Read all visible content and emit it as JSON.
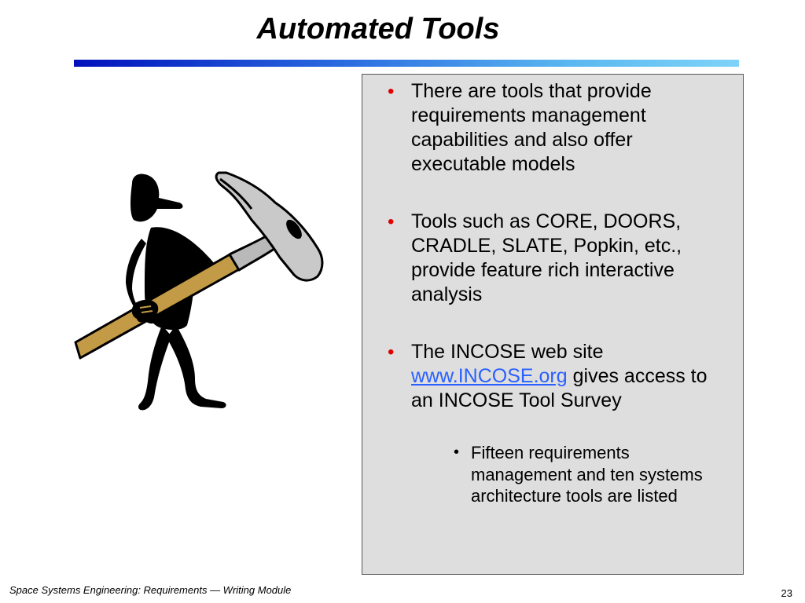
{
  "slide": {
    "title": "Automated Tools",
    "title_bar_colors": [
      "#0011bb",
      "#2a6ae0",
      "#5ab8f0",
      "#7fd3f8"
    ]
  },
  "content": {
    "bullet_color": "#e00000",
    "link_color": "#2a60ff",
    "bullets": [
      {
        "text": "There are tools that provide requirements management capabilities and also offer executable models"
      },
      {
        "text": "Tools such as CORE, DOORS, CRADLE, SLATE, Popkin, etc., provide feature rich interactive analysis"
      },
      {
        "text_before": "The INCOSE web site ",
        "link": "www.INCOSE.org",
        "text_after": " gives access to an INCOSE Tool Survey",
        "sub_bullets": [
          {
            "text": "Fifteen requirements management and ten systems architecture tools are listed"
          }
        ]
      }
    ]
  },
  "clipart": {
    "icon": "man-carrying-hammer-icon"
  },
  "footer": {
    "text": "Space Systems Engineering: Requirements — Writing Module",
    "page_number": "23"
  }
}
